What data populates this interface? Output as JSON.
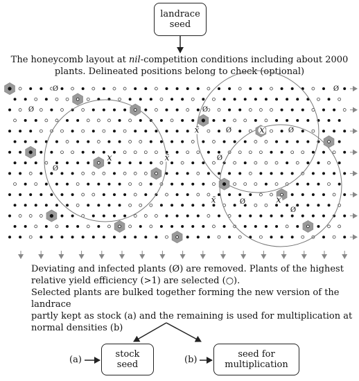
{
  "top_box": {
    "line1": "landrace",
    "line2": "seed"
  },
  "intro": {
    "line1_before": "The honeycomb layout at ",
    "line1_italic": "nil",
    "line1_after": "-competition conditions including about 2000",
    "line2": "plants. Delineated positions belong to check (optional)"
  },
  "marks": {
    "removed": "Ø",
    "mean": "x",
    "mean_bar": "x̄"
  },
  "notes": {
    "line1": "Deviating and infected plants (Ø) are removed. Plants of the highest",
    "line2": "relative yield efficiency (>1) are selected (○).",
    "line3": "Selected plants are bulked together forming the new version of the landrace",
    "line4": "partly kept as stock (a) and the remaining is used for multiplication at",
    "line5": "normal densities (b)"
  },
  "stock_box": {
    "line1": "stock",
    "line2": "seed",
    "label": "(a)"
  },
  "mult_box": {
    "line1": "seed for",
    "line2": "multiplication",
    "label": "(b)"
  },
  "colors": {
    "check_hex": "#9a9a9a",
    "line": "#222222",
    "arrow": "#888888",
    "circle": "#777777"
  }
}
